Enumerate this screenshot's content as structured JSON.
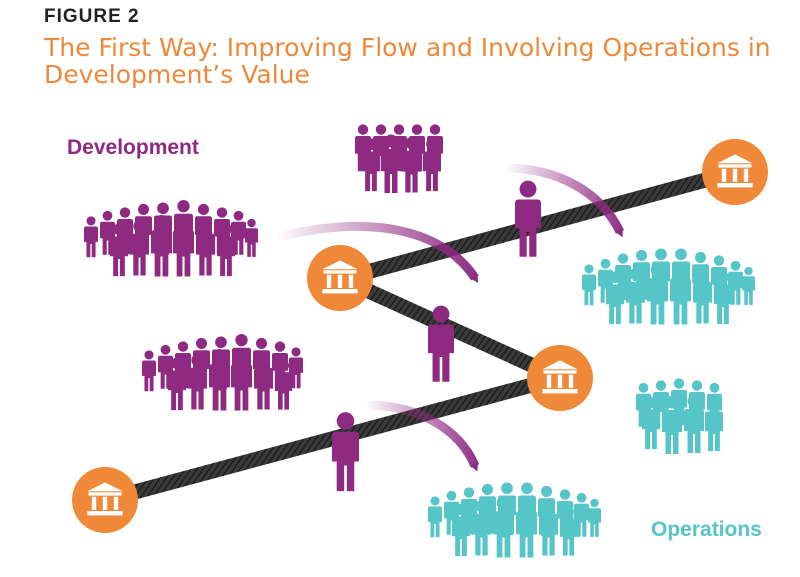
{
  "figure_label": "FIGURE 2",
  "title": "The First Way: Improving Flow and Involving Operations in Development’s Value",
  "labels": {
    "development": "Development",
    "operations": "Operations"
  },
  "colors": {
    "title": "#F0883A",
    "development": "#8E2A82",
    "operations": "#56C5C8",
    "bank": "#F0883A",
    "path": "#2E2E2E"
  },
  "icons": [
    "person-icon",
    "bank-icon",
    "arrow-icon"
  ]
}
